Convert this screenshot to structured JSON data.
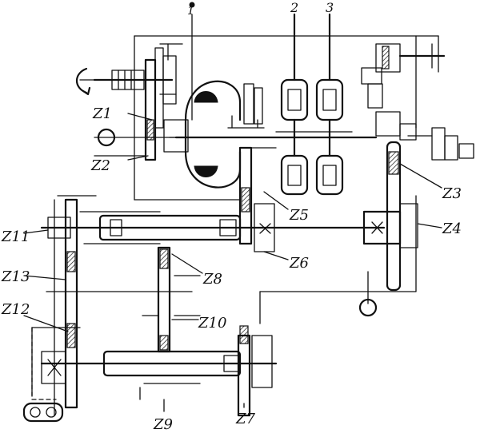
{
  "labels": {
    "z1": "Z1",
    "z2": "Z2",
    "z3": "Z3",
    "z4": "Z4",
    "z5": "Z5",
    "z6": "Z6",
    "z7": "Z7",
    "z8": "Z8",
    "z9": "Z9",
    "z10": "Z10",
    "z11": "Z11",
    "z12": "Z12",
    "z13": "Z13",
    "n1": "1",
    "n2": "2",
    "n3": "3"
  },
  "colors": {
    "ink": "#111111",
    "background": "#ffffff"
  }
}
